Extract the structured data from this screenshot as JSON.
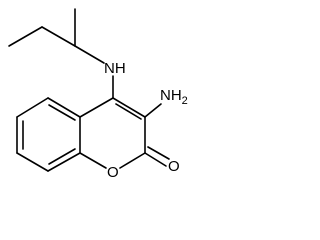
{
  "molecule": {
    "atoms": {
      "amine_nh": {
        "symbol": "N",
        "suffix": "H"
      },
      "amine_nh2": {
        "symbol": "NH",
        "subscript": "2"
      },
      "ring_oxygen": {
        "symbol": "O"
      },
      "carbonyl_oxygen": {
        "symbol": "O"
      }
    }
  },
  "colors": {
    "bond": "#000000",
    "text": "#000000",
    "background": "#ffffff"
  }
}
